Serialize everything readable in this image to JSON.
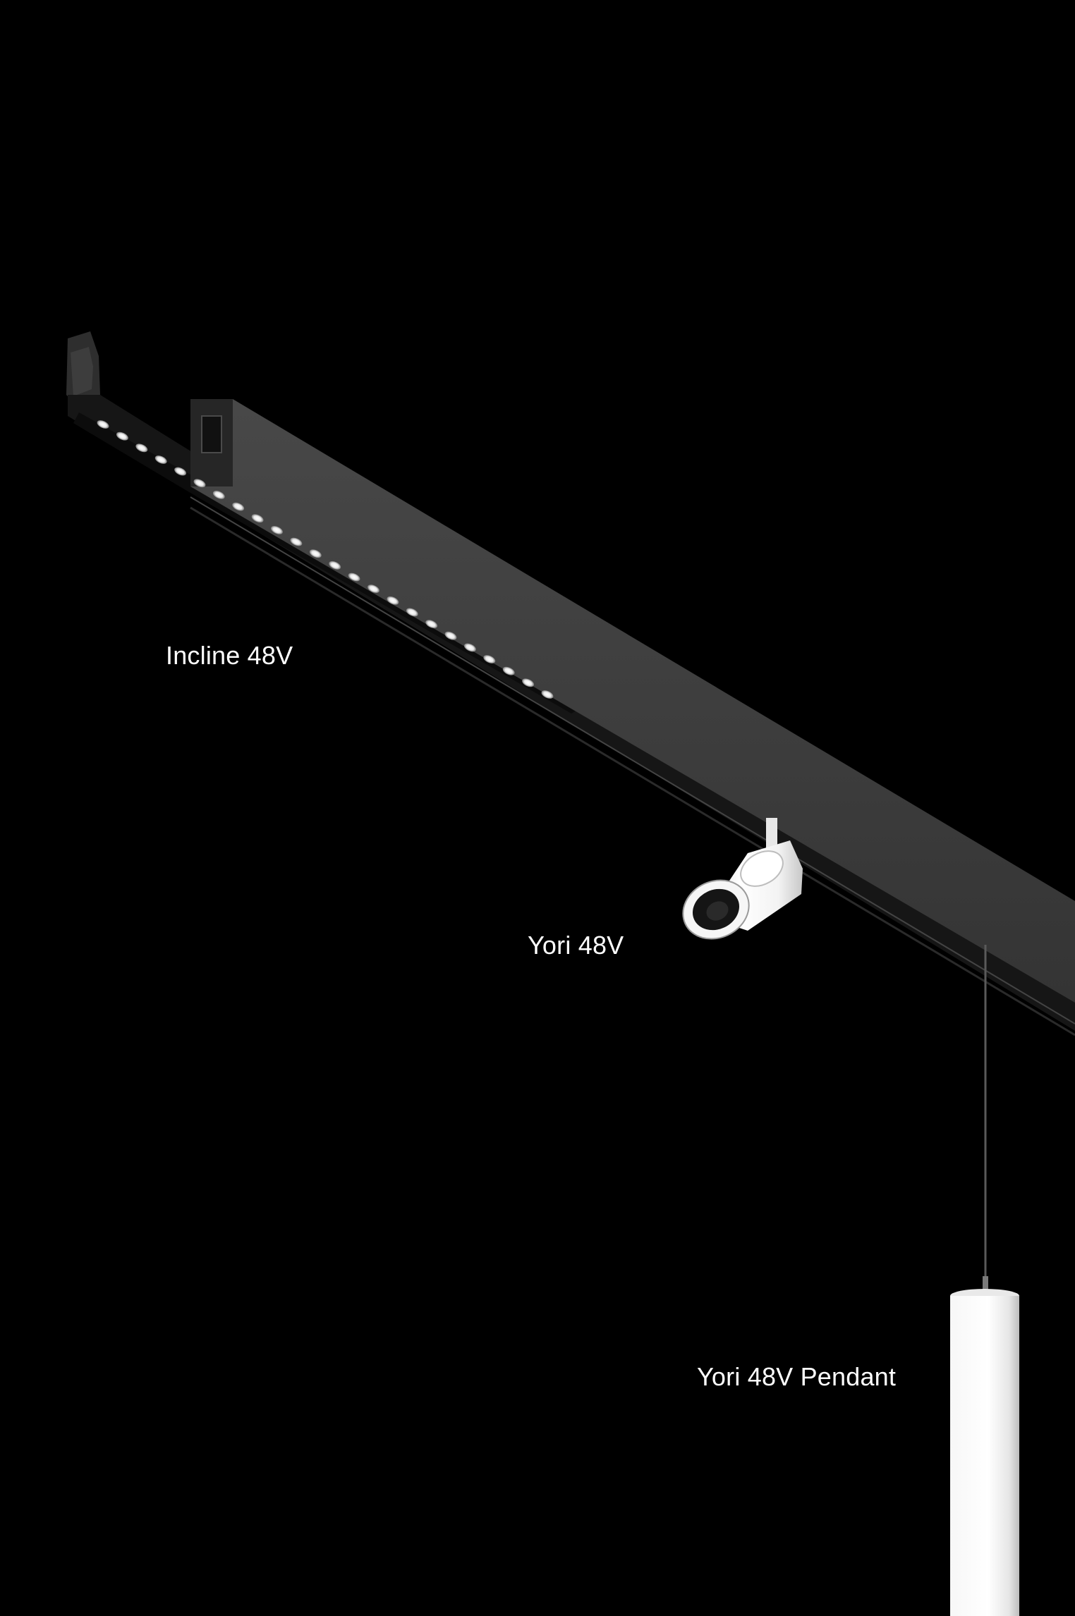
{
  "labels": {
    "incline": "Incline 48V",
    "yori": "Yori 48V",
    "pendant": "Yori 48V Pendant"
  },
  "colors": {
    "background": "#000000",
    "track": "#3a3a3a",
    "track_dark": "#1c1c1c",
    "fixture_white": "#f2f2f2",
    "label": "#ffffff"
  },
  "led_count": 24
}
